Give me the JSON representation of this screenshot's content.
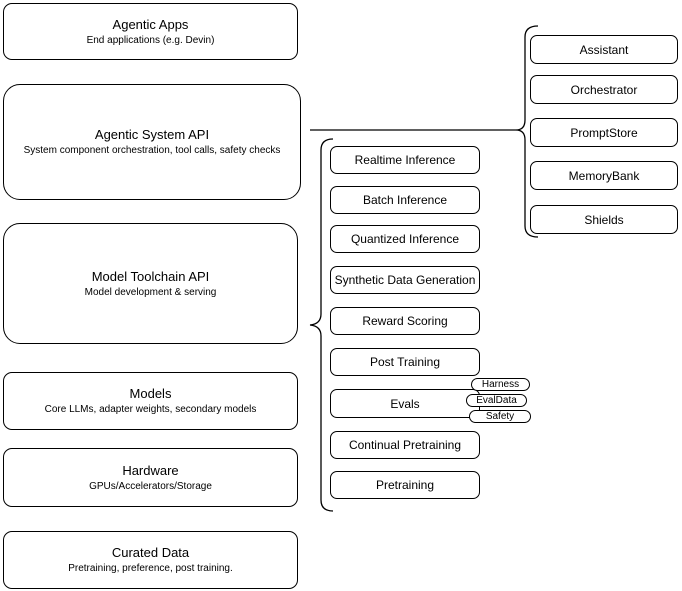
{
  "diagram": {
    "left_stack": [
      {
        "title": "Agentic Apps",
        "subtitle": "End applications (e.g. Devin)"
      },
      {
        "title": "Agentic System API",
        "subtitle": "System component orchestration, tool calls, safety checks"
      },
      {
        "title": "Model Toolchain API",
        "subtitle": "Model development & serving"
      },
      {
        "title": "Models",
        "subtitle": "Core LLMs, adapter weights, secondary models"
      },
      {
        "title": "Hardware",
        "subtitle": "GPUs/Accelerators/Storage"
      },
      {
        "title": "Curated Data",
        "subtitle": "Pretraining, preference, post training."
      }
    ],
    "toolchain_components": [
      "Realtime Inference",
      "Batch Inference",
      "Quantized Inference",
      "Synthetic Data Generation",
      "Reward Scoring",
      "Post Training",
      "Evals",
      "Continual Pretraining",
      "Pretraining"
    ],
    "evals_tags": [
      "Harness",
      "EvalData",
      "Safety"
    ],
    "system_components": [
      "Assistant",
      "Orchestrator",
      "PromptStore",
      "MemoryBank",
      "Shields"
    ],
    "colors": {
      "stroke": "#000000",
      "background": "#ffffff",
      "text": "#000000"
    }
  }
}
